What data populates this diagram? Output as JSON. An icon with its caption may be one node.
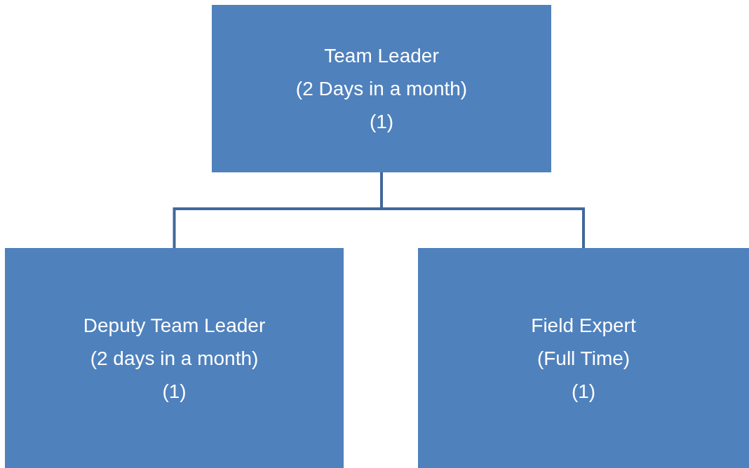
{
  "diagram": {
    "nodes": [
      {
        "text": [
          "Team Leader",
          "(2 Days in a month)",
          "(1)"
        ]
      },
      {
        "text": [
          "Deputy Team Leader",
          "(2 days in a month)",
          "(1)"
        ]
      },
      {
        "text": [
          "Field Expert",
          "(Full Time)",
          "(1)"
        ]
      }
    ],
    "edges": [
      {
        "from": 0,
        "to": 1,
        "arrow": "none"
      },
      {
        "from": 0,
        "to": 2,
        "arrow": "none"
      }
    ]
  }
}
